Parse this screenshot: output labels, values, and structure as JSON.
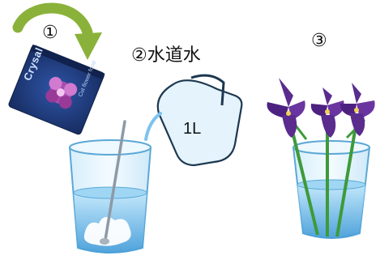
{
  "steps": [
    {
      "number": "①",
      "label": ""
    },
    {
      "number": "②",
      "label": "水道水"
    },
    {
      "number": "③",
      "label": ""
    }
  ],
  "packet": {
    "brand": "Crysal",
    "subtitle": "Cut flower food",
    "colors": {
      "bag": "#1f3a7a",
      "flower": "#b44fb0"
    }
  },
  "jug": {
    "volume": "1L"
  },
  "colors": {
    "arrow": "#8ab23a",
    "water": "#7cc3ee",
    "glass": "#dff1fb",
    "iris": "#5a2c8e",
    "stem": "#3e9a3a"
  },
  "icons": [
    "curved-arrow-icon",
    "packet-icon",
    "jug-icon",
    "glass-icon",
    "spoon-icon",
    "iris-icon"
  ]
}
